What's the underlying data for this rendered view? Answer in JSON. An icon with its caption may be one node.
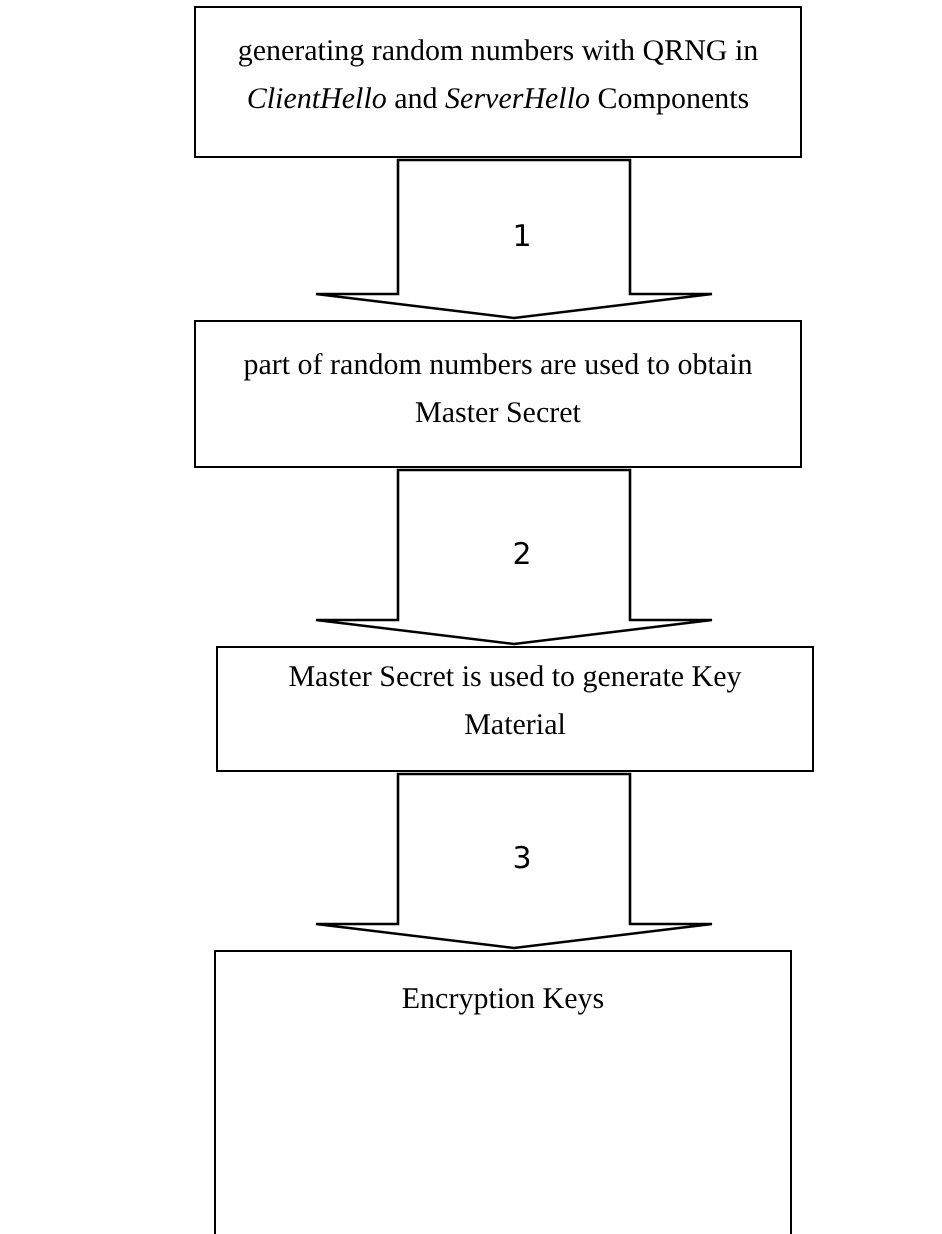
{
  "diagram": {
    "nodes": [
      {
        "text": [
          "generating random numbers with QRNG in *ClientHello* and *ServerHello* Components"
        ]
      },
      {
        "text": [
          "part of random numbers are used to obtain Master Secret"
        ]
      },
      {
        "text": [
          "Master Secret is used to generate Key Material"
        ]
      },
      {
        "text": [
          "Encryption Keys"
        ]
      }
    ],
    "edges": [
      {
        "from": 0,
        "to": 1,
        "arrow": "to",
        "label": "1"
      },
      {
        "from": 1,
        "to": 2,
        "arrow": "to",
        "label": "2"
      },
      {
        "from": 2,
        "to": 3,
        "arrow": "to",
        "label": "3"
      }
    ]
  }
}
